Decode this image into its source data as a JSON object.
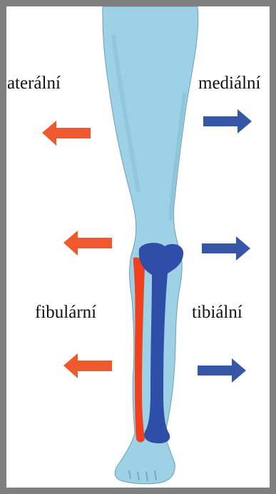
{
  "labels": {
    "lateral": "laterální",
    "medial": "mediální",
    "fibular": "fibulární",
    "tibial": "tibiální"
  },
  "colors": {
    "frame": "#7f7f7f",
    "leg": "#9cd1e6",
    "tibia": "#2f4ea8",
    "fibula": "#f0401e",
    "arrow_lateral": "#f0582e",
    "arrow_medial": "#3656a8"
  }
}
